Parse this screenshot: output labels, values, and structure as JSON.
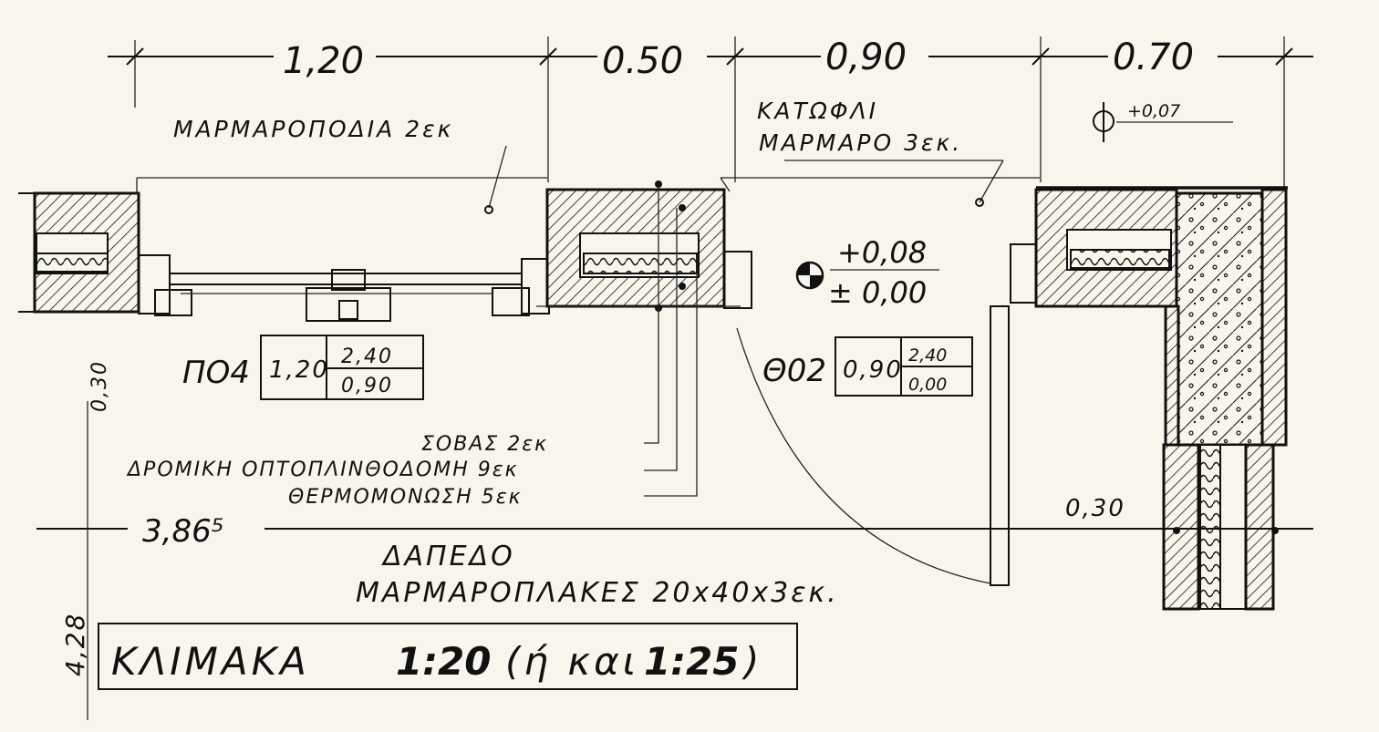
{
  "dimensions": {
    "d1": "1,20",
    "d2": "0.50",
    "d3": "0,90",
    "d4": "0.70"
  },
  "labels": {
    "marble_sill": "ΜΑΡΜΑΡΟΠΟΔΙΑ 2εκ",
    "threshold_1": "ΚΑΤΩΦΛΙ",
    "threshold_2": "ΜΑΡΜΑΡΟ 3εκ.",
    "level_corner": "+0,07",
    "level_upper": "+0,08",
    "level_lower": "± 0,00",
    "plaster": "ΣΟΒΑΣ 2εκ",
    "brickwork": "ΔΡΟΜΙΚΗ ΟΠΤΟΠΛΙΝΘΟΔΟΜΗ 9εκ",
    "insulation": "ΘΕΡΜΟΜΟΝΩΣΗ 5εκ",
    "floor_1": "ΔΑΠΕΔΟ",
    "floor_2": "ΜΑΡΜΑΡΟΠΛΑΚΕΣ 20x40x3εκ.",
    "side_030": "0,30",
    "side_428": "4,28",
    "right_030": "0,30",
    "elev_left": "3,86⁵"
  },
  "window_tag": {
    "code": "ΠΟ4",
    "width": "1,20",
    "height": "2,40",
    "sill": "0,90"
  },
  "door_tag": {
    "code": "Θ02",
    "width": "0,90",
    "height": "2,40",
    "sill": "0,00"
  },
  "scale": {
    "prefix": "ΚΛΙΜΑΚΑ",
    "primary": "1:20",
    "mid": "(ή και",
    "secondary": "1:25",
    "suffix": ")"
  },
  "colors": {
    "paper": "#f8f6ec",
    "ink": "#111111"
  }
}
